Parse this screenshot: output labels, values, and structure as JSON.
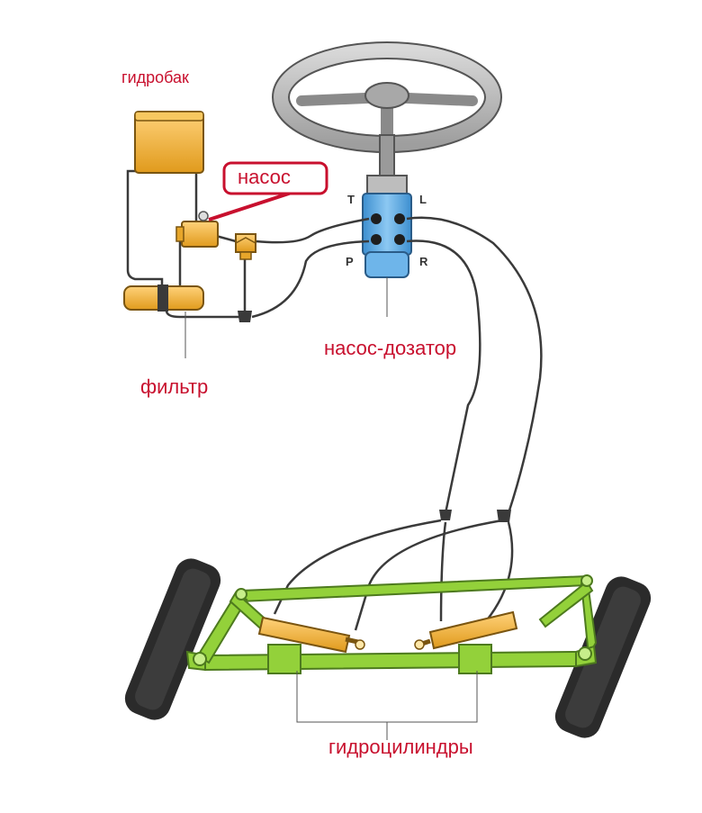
{
  "labels": {
    "tank": "гидробак",
    "pump": "насос",
    "filter": "фильтр",
    "metering_pump": "насос-дозатор",
    "cylinders": "гидроцилиндры"
  },
  "ports": {
    "t": "T",
    "l": "L",
    "p": "P",
    "r": "R"
  },
  "colors": {
    "label_text": "#c8102e",
    "component_yellow": "#f5b52e",
    "axle_green": "#93d13a",
    "valve_blue": "#5aa9e6",
    "hose": "#3a3a3a",
    "tire": "#2b2b2b",
    "steering_wheel": "#b9b9b9"
  }
}
